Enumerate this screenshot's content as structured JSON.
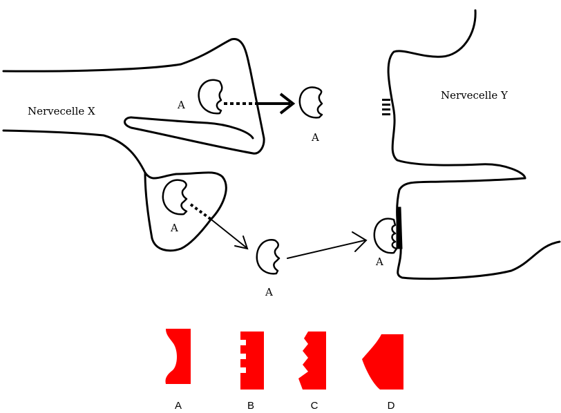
{
  "labels": {
    "cell_x": "Nervecelle X",
    "cell_y": "Nervecelle Y",
    "molecule": "A"
  },
  "options": [
    {
      "letter": "A",
      "shape": "concave-curve"
    },
    {
      "letter": "B",
      "shape": "square-notches"
    },
    {
      "letter": "C",
      "shape": "triangle-notches"
    },
    {
      "letter": "D",
      "shape": "convex-point"
    }
  ],
  "colors": {
    "option_fill": "#ff0000",
    "ink": "#000000"
  }
}
